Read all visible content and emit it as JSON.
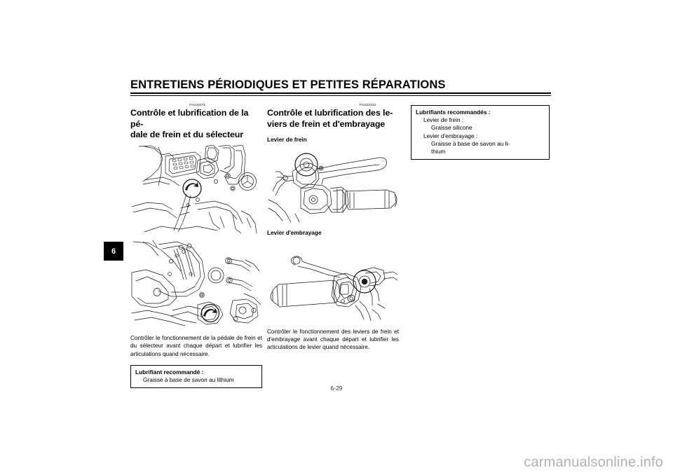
{
  "document": {
    "running_head": "ENTRETIENS PÉRIODIQUES ET PETITES RÉPARATIONS",
    "chapter_tab": "6",
    "page_number": "6-29",
    "watermark": "carmanualsonline.info"
  },
  "left_column": {
    "article_code": "FAU44271",
    "title": "Contrôle et lubrification de la pé-\ndale de frein et du sélecteur",
    "title_line1": "Contrôle et lubrification de la pé-",
    "title_line2": "dale de frein et du sélecteur",
    "figure_1_name": "brake-pedal-illustration",
    "figure_2_name": "shift-pedal-illustration",
    "body": "Contrôler le fonctionnement de la pédale de frein et du sélecteur avant chaque départ et lubrifier les articulations quand nécessaire.",
    "note": {
      "title": "Lubrifiant recommandé :",
      "lines": [
        "Graisse à base de savon au lithium"
      ]
    }
  },
  "middle_column": {
    "article_code": "FAU23142",
    "title_line1": "Contrôle et lubrification des le-",
    "title_line2": "viers de frein et d'embrayage",
    "subtitle_1": "Levier de frein",
    "figure_1_name": "brake-lever-illustration",
    "subtitle_2": "Levier d'embrayage",
    "figure_2_name": "clutch-lever-illustration",
    "body": "Contrôler le fonctionnement des leviers de frein et d'embrayage avant chaque départ et lubrifier les articulations de levier quand nécessaire."
  },
  "right_column": {
    "note": {
      "title": "Lubrifiants recommandés :",
      "item_1_label": "Levier de frein :",
      "item_1_value": "Graisse silicone",
      "item_2_label": "Levier d'embrayage :",
      "item_2_value_line1": "Graisse à base de savon au li-",
      "item_2_value_line2": "thium"
    }
  },
  "colors": {
    "page_background": "#ffffff",
    "text": "#000000",
    "tab_background": "#000000",
    "tab_text": "#ffffff",
    "watermark": "#b3b3b3",
    "line_art": "#1a1a1a"
  }
}
